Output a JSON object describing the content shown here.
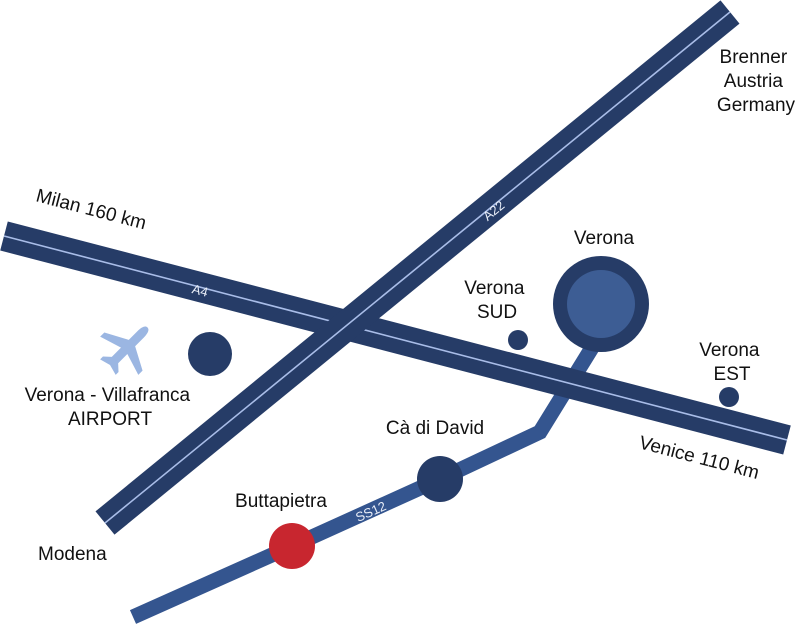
{
  "colors": {
    "motorway": "#263c67",
    "motorway_stripe": "#a9bde8",
    "state_road": "#34558f",
    "town": "#263c67",
    "verona_outer": "#263c67",
    "verona_inner": "#3d5d94",
    "buttapietra": "#c8262f",
    "airplane": "#9bb6e2",
    "text": "#111111"
  },
  "roads": {
    "a4": "A4",
    "a22": "A22",
    "ss12": "SS12"
  },
  "destinations": {
    "brenner": [
      "Brenner",
      "Austria",
      "Germany"
    ],
    "milan": "Milan 160 km",
    "venice": "Venice 110 km",
    "modena": "Modena"
  },
  "places": {
    "verona": "Verona",
    "verona_sud": [
      "Verona",
      "SUD"
    ],
    "verona_est": [
      "Verona",
      "EST"
    ],
    "airport": [
      "Verona - Villafranca",
      "AIRPORT"
    ],
    "ca_di_david": "Cà di David",
    "buttapietra": "Buttapietra"
  },
  "icons": {
    "airport": "airplane-icon"
  }
}
